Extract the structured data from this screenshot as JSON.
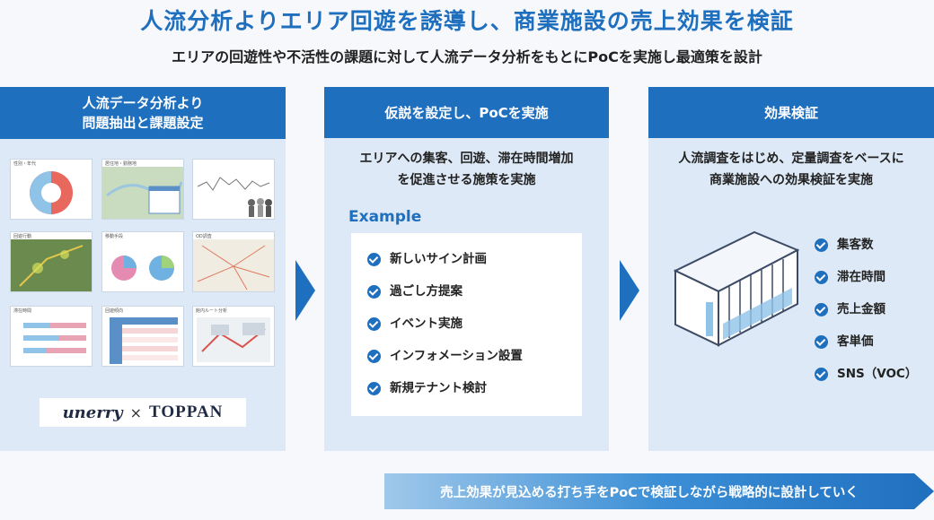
{
  "title": "人流分析よりエリア回遊を誘導し、商業施設の売上効果を検証",
  "subtitle": "エリアの回遊性や不活性の課題に対して人流データ分析をもとにPoCを実施し最適策を設計",
  "panel1": {
    "heading_line1": "人流データ分析より",
    "heading_line2": "問題抽出と課題設定",
    "thumbnails": [
      "性別・年代",
      "居住地・勤務地",
      "回遊行動",
      "移動手段",
      "OD調査",
      "滞在時間",
      "回遊傾向",
      "館内ルート分析"
    ],
    "logo_left": "unerry",
    "logo_times": "×",
    "logo_right": "TOPPAN"
  },
  "panel2": {
    "heading": "仮説を設定し、PoCを実施",
    "desc_line1": "エリアへの集客、回遊、滞在時間増加",
    "desc_line2": "を促進させる施策を実施",
    "example_label": "Example",
    "items": [
      "新しいサイン計画",
      "過ごし方提案",
      "イベント実施",
      "インフォメーション設置",
      "新規テナント検討"
    ]
  },
  "panel3": {
    "heading": "効果検証",
    "desc_line1": "人流調査をはじめ、定量調査をベースに",
    "desc_line2": "商業施設への効果検証を実施",
    "items": [
      "集客数",
      "滞在時間",
      "売上金額",
      "客単価",
      "SNS（VOC）"
    ]
  },
  "banner": "売上効果が見込める打ち手をPoCで検証しながら戦略的に設計していく",
  "colors": {
    "accent": "#1f6fbf",
    "panel_bg": "#dde9f6"
  }
}
